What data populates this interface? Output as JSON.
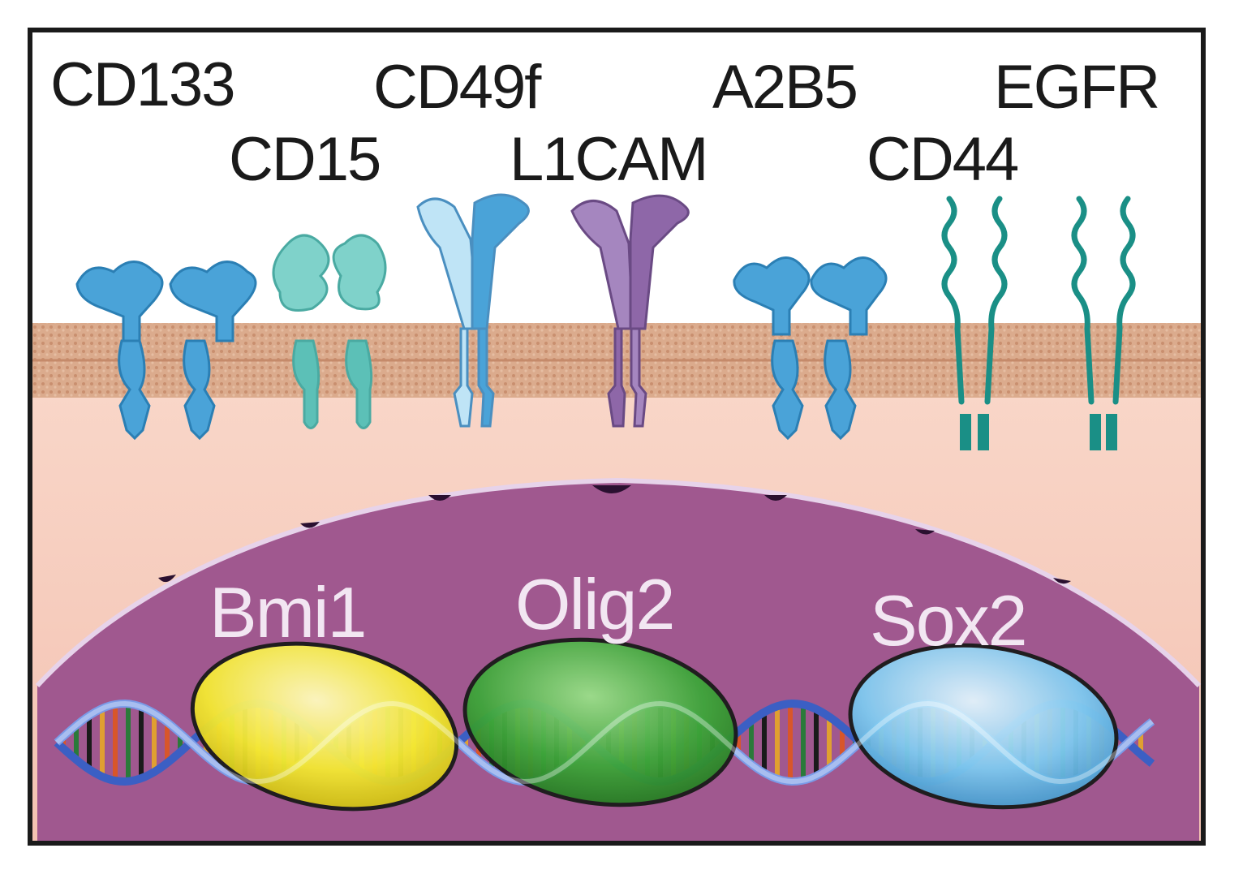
{
  "surface_markers": [
    {
      "id": "cd133",
      "label": "CD133",
      "color": "#4aa3d8"
    },
    {
      "id": "cd15",
      "label": "CD15",
      "color": "#6fcdc6"
    },
    {
      "id": "cd49f",
      "label": "CD49f",
      "color": "#8ccbe9"
    },
    {
      "id": "l1cam",
      "label": "L1CAM",
      "color": "#8e67a8"
    },
    {
      "id": "a2b5",
      "label": "A2B5",
      "color": "#4aa3d8"
    },
    {
      "id": "egfr",
      "label": "EGFR",
      "color": "#1a8f86"
    },
    {
      "id": "cd44",
      "label": "CD44",
      "color": "#1a8f86"
    }
  ],
  "transcription_factors": [
    {
      "id": "bmi1",
      "label": "Bmi1",
      "color": "#f2e62a"
    },
    {
      "id": "olig2",
      "label": "Olig2",
      "color": "#3fa83a"
    },
    {
      "id": "sox2",
      "label": "Sox2",
      "color": "#6bbfe8"
    }
  ],
  "colors": {
    "frame": "#1a1a1a",
    "membrane": "#d9a88a",
    "cytoplasm": "#f6cdbf",
    "nucleus": "#a0588f",
    "nuclear_envelope": "#e7d3ea",
    "dna_strand": "#3b5fc4"
  }
}
